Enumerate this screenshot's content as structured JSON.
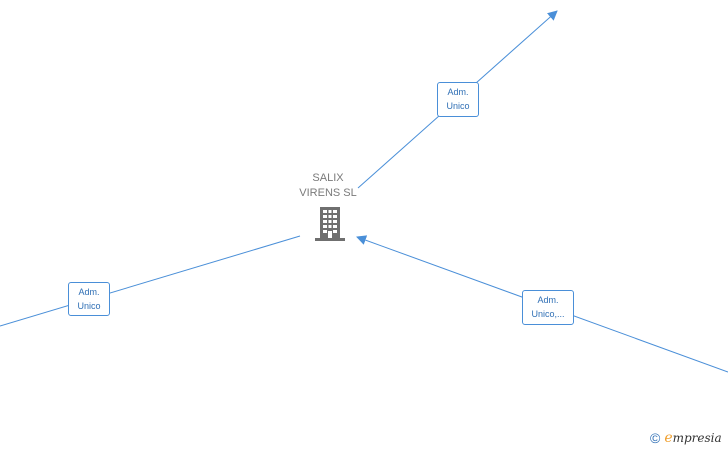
{
  "company": {
    "name_line1": "SALIX",
    "name_line2": "VIRENS  SL",
    "icon": "building-icon"
  },
  "edges": [
    {
      "id": "top",
      "label_line1": "Adm.",
      "label_line2": "Unico"
    },
    {
      "id": "left",
      "label_line1": "Adm.",
      "label_line2": "Unico"
    },
    {
      "id": "right",
      "label_line1": "Adm.",
      "label_line2": "Unico,..."
    }
  ],
  "brand": {
    "copyright_symbol": "©",
    "logo_initial": "e",
    "logo_rest": "mpresia"
  },
  "colors": {
    "edge": "#4a8fd8",
    "label_text": "#2f6fb5",
    "building": "#6f6f6f",
    "brand_accent": "#f0a030"
  }
}
